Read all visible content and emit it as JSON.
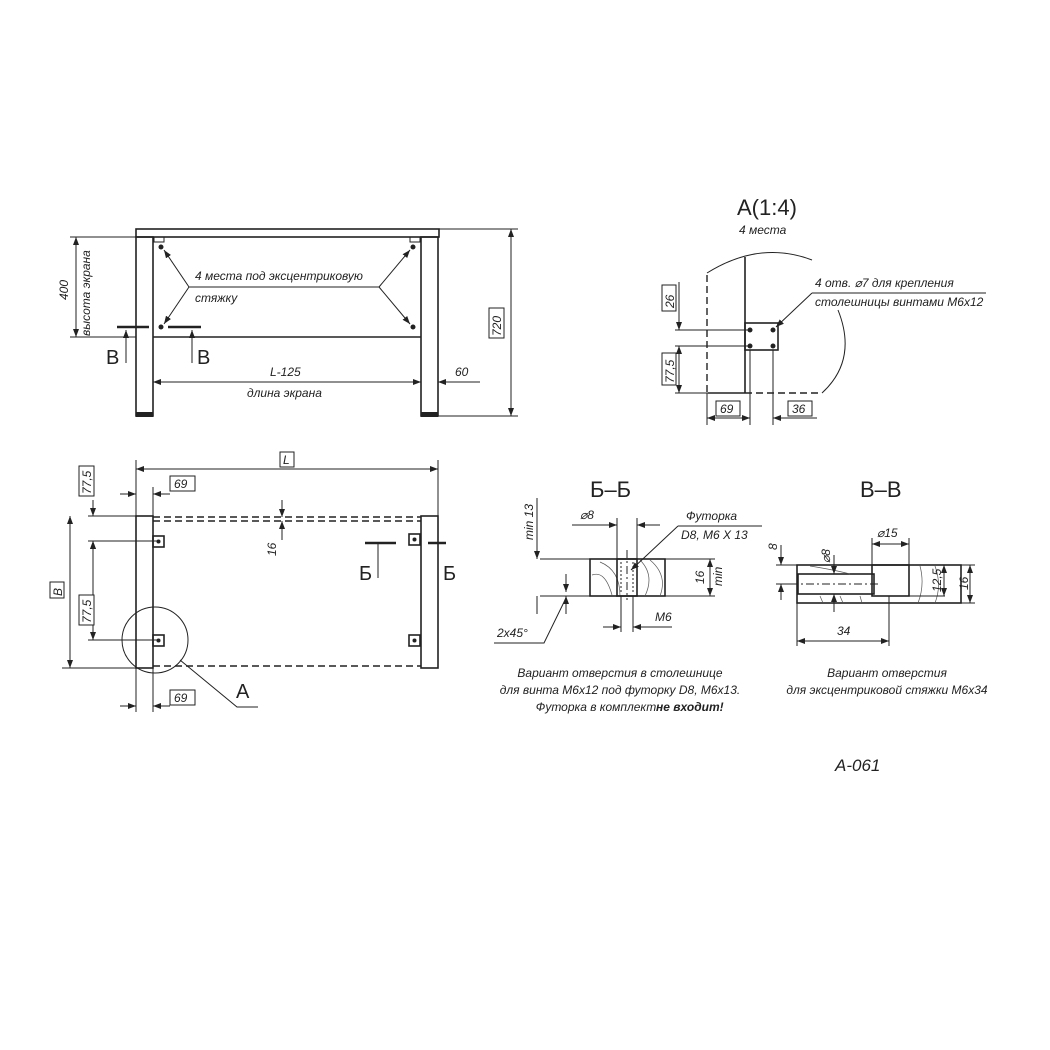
{
  "front_view": {
    "note_line1": "4 места под эксцентриковую",
    "note_line2": "стяжку",
    "dim_screen_height": "400",
    "screen_height_label": "высота экрана",
    "dim_total_height": "720",
    "dim_screen_length": "L-125",
    "screen_length_label": "длина экрана",
    "dim_offset": "60",
    "section_mark_left": "В",
    "section_mark_right": "В"
  },
  "plan_view": {
    "dim_length": "L",
    "dim_top_69": "69",
    "dim_top_77": "77,5",
    "dim_16": "16",
    "dim_width": "B",
    "dim_bottom_77": "77,5",
    "dim_bottom_69": "69",
    "section_mark_left": "Б",
    "section_mark_right": "Б",
    "detail_label": "А"
  },
  "detail_a": {
    "title": "А(1:4)",
    "subtitle": "4 места",
    "note_line1": "4 отв. ⌀7 для крепления",
    "note_line2": "столешницы винтами М6х12",
    "dim_26": "26",
    "dim_77": "77,5",
    "dim_69": "69",
    "dim_36": "36"
  },
  "section_bb": {
    "title": "Б–Б",
    "dim_min13": "min 13",
    "dim_d8": "⌀8",
    "insert_label1": "Футорка",
    "insert_label2": "D8, M6 X 13",
    "dim_16": "16",
    "dim_min": "min",
    "chamfer": "2x45°",
    "dim_m6": "M6",
    "caption1": "Вариант отверстия в столешнице",
    "caption2": "для винта М6х12 под футорку D8, M6x13.",
    "caption3": "Футорка в комплект",
    "caption3_bold": "не входит!"
  },
  "section_vv": {
    "title": "В–В",
    "dim_8": "8",
    "dim_d8": "⌀8",
    "dim_d15": "⌀15",
    "dim_125": "12,5",
    "dim_16": "16",
    "dim_34": "34",
    "caption1": "Вариант отверстия",
    "caption2": "для эксцентриковой стяжки М6х34"
  },
  "drawing_code": "А-061"
}
